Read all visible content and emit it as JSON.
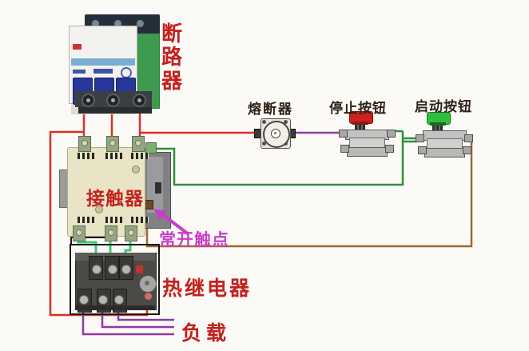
{
  "diagram": {
    "labels": {
      "breaker": "断路器",
      "fuse": "熔断器",
      "stop_button": "停止按钮",
      "start_button": "启动按钮",
      "contactor": "接触器",
      "normally_open_contact": "常开触点",
      "thermal_relay": "热继电器",
      "load": "负载"
    }
  },
  "colors": {
    "wire-red": "#d63226",
    "wire-purple": "#8f3a9e",
    "wire-green-dark": "#2f8f3a",
    "wire-green-bright": "#3fca74",
    "wire-brown": "#9c6a33",
    "wire-black": "#1b1b1b",
    "label-red": "#c5201d",
    "label-dark": "#2e2218",
    "label-magenta": "#c93ec9",
    "stop-cap": "#cf1f1f",
    "start-cap": "#2fbf3f",
    "breaker-green": "#3d9a4f",
    "contactor-beige": "#e9e4c6"
  }
}
